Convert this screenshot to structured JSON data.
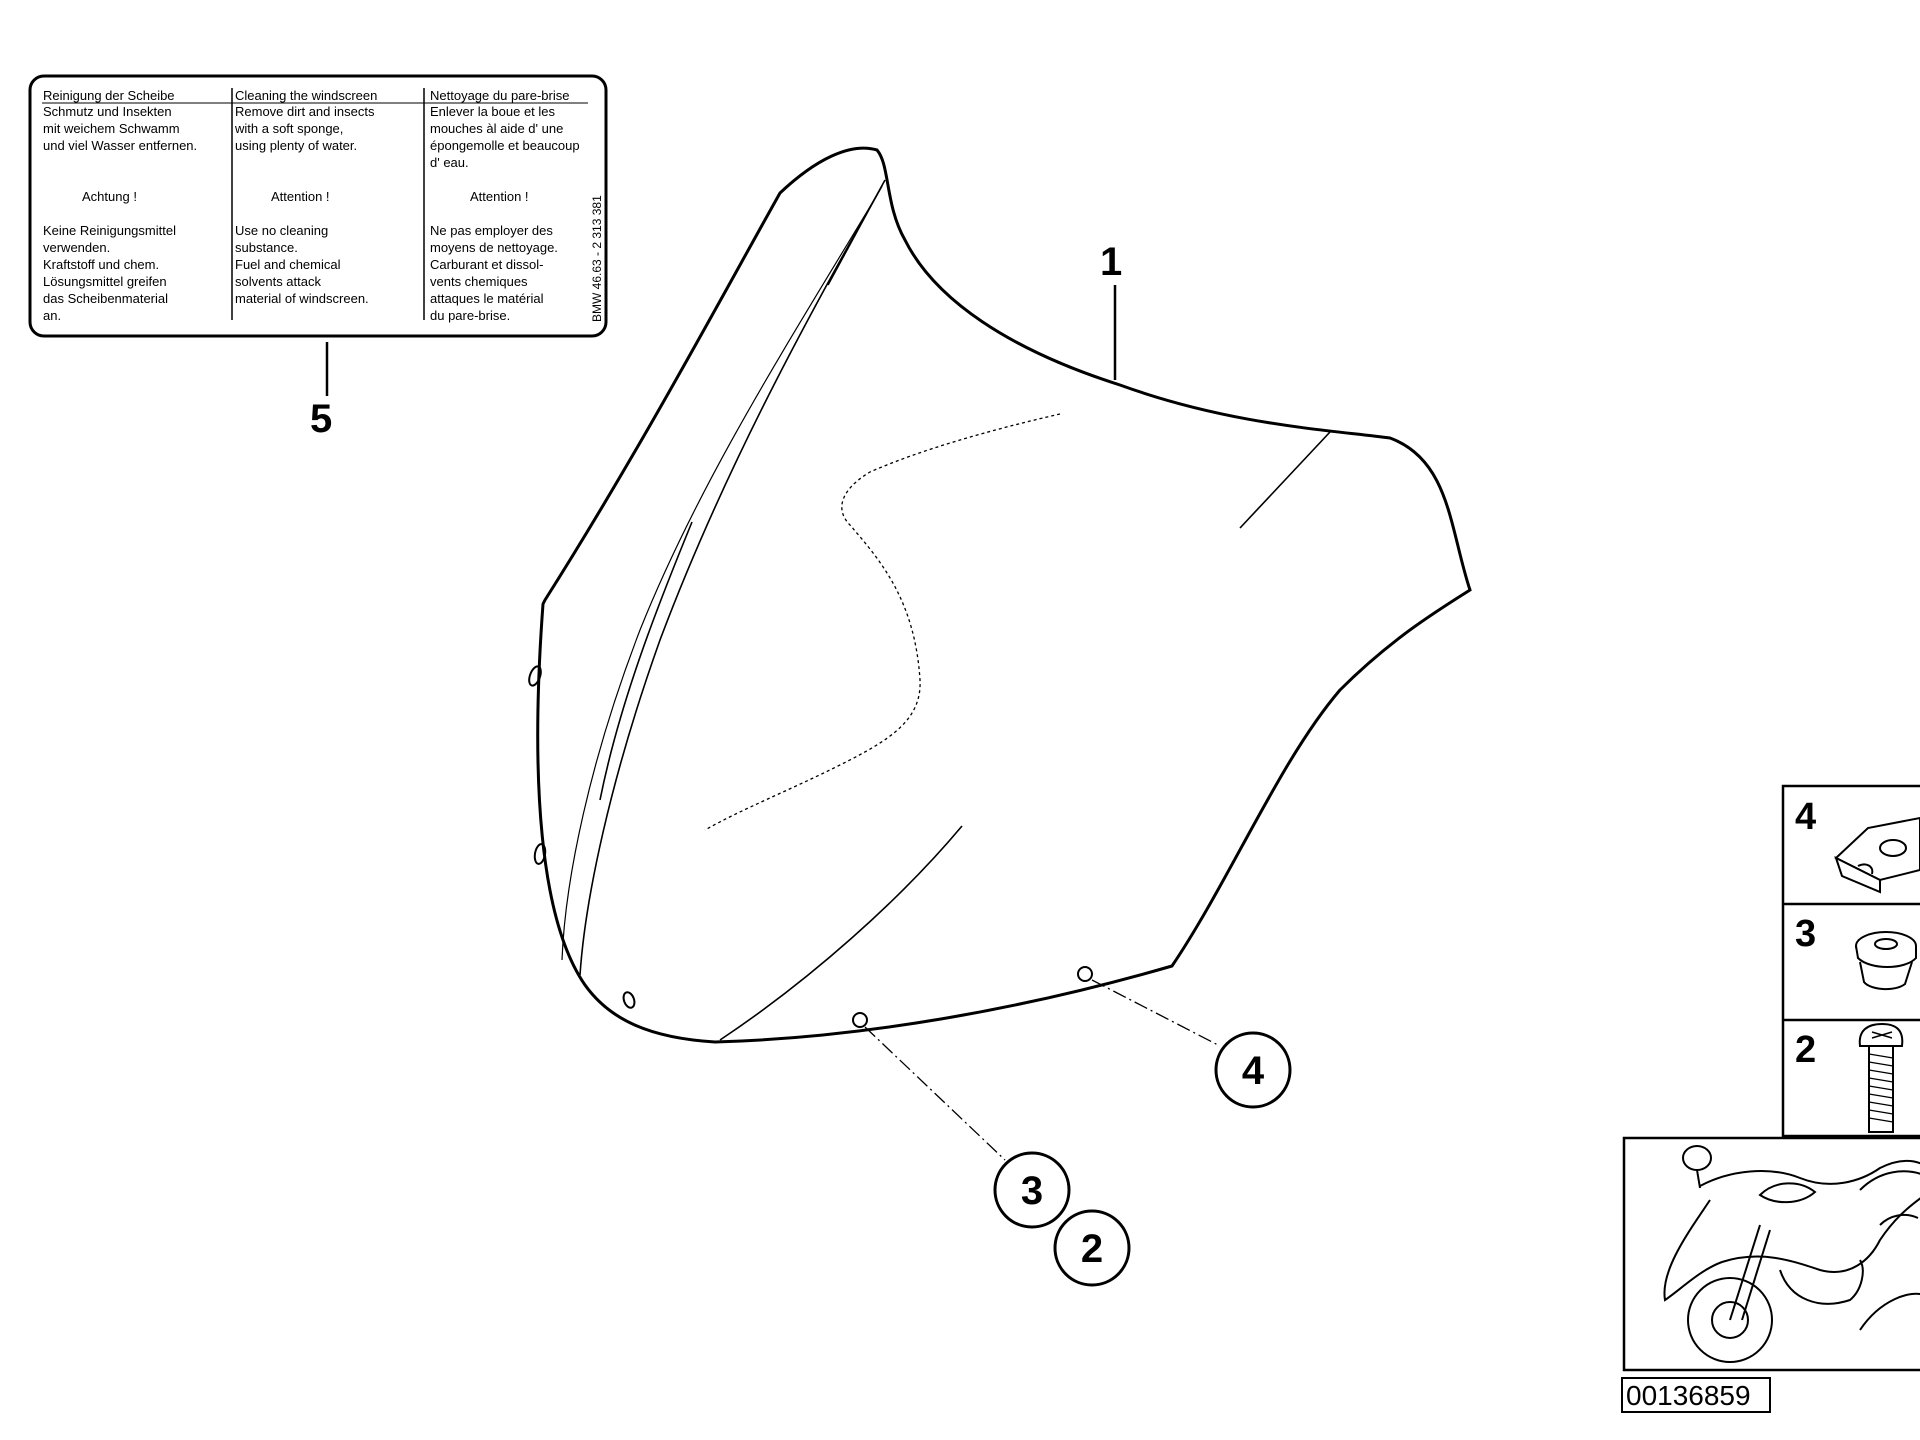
{
  "label": {
    "col1": {
      "heading": "Reinigung der Scheibe",
      "lines": [
        "Schmutz und Insekten",
        "mit weichem Schwamm",
        "und viel Wasser entfernen."
      ],
      "attention": "Achtung !",
      "warning": [
        "Keine Reinigungsmittel",
        "verwenden.",
        "Kraftstoff und chem.",
        "Lösungsmittel greifen",
        "das Scheibenmaterial",
        "an."
      ]
    },
    "col2": {
      "heading": "Cleaning the windscreen",
      "lines": [
        "Remove dirt and insects",
        "with a soft sponge,",
        "using plenty of water."
      ],
      "attention": "Attention !",
      "warning": [
        "Use no cleaning",
        "substance.",
        "Fuel and chemical",
        "solvents attack",
        "material of windscreen."
      ]
    },
    "col3": {
      "heading": "Nettoyage du pare-brise",
      "lines": [
        "Enlever la boue et les",
        "mouches àl aide d' une",
        "épongemolle et beaucoup",
        "d' eau."
      ],
      "attention": "Attention !",
      "warning": [
        "Ne pas employer des",
        "moyens de nettoyage.",
        "Carburant et dissol-",
        "vents chemiques",
        "attaques le matérial",
        "du pare-brise."
      ]
    },
    "part_code": "BMW 46.63 - 2 313 381"
  },
  "callouts": {
    "label_sticker": "5",
    "windscreen": "1",
    "clip_nut": "4",
    "grommet": "3",
    "screw": "2"
  },
  "parts_panel": {
    "item4": "4",
    "item3": "3",
    "item2": "2"
  },
  "drawing_number": "00136859",
  "icons": [
    "windscreen-part",
    "clip-nut-icon",
    "grommet-icon",
    "screw-icon",
    "motorcycle-thumbnail-icon"
  ]
}
